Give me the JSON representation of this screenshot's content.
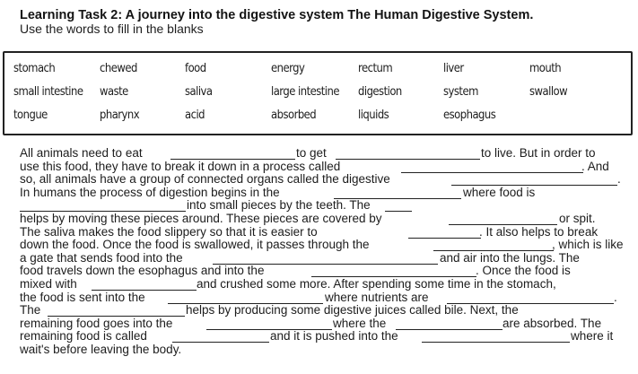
{
  "header": {
    "title": "Learning Task 2: A journey into the digestive system The Human Digestive System.",
    "instruction": "Use the words to fill in the blanks"
  },
  "word_bank": [
    [
      "stomach",
      "chewed",
      "food",
      "energy",
      "rectum",
      "liver",
      "mouth"
    ],
    [
      "small intestine",
      "waste",
      "saliva",
      "large intestine",
      "digestion",
      "system",
      "swallow"
    ],
    [
      "tongue",
      "pharynx",
      "acid",
      "absorbed",
      "liquids",
      "esophagus"
    ]
  ],
  "passage": {
    "l1": [
      "All animals need to eat",
      "to get",
      "to live. But in order to"
    ],
    "l2": [
      "use this food, they have to break it down in a process called",
      ". And"
    ],
    "l3": [
      "so, all animals have a group of connected organs called the digestive",
      "."
    ],
    "l4": [
      "In humans the process of digestion begins in the",
      "where food is"
    ],
    "l5": [
      "into small pieces by the teeth. The"
    ],
    "l6": [
      "helps by moving these pieces around. These pieces are covered by",
      "or spit."
    ],
    "l7": [
      "The saliva makes the food slippery so that it is easier to",
      ". It also helps to break"
    ],
    "l8": [
      "down the food. Once the food is swallowed, it passes through the",
      ", which is like"
    ],
    "l9": [
      "a gate that sends food into the",
      "and air into the lungs. The"
    ],
    "l10": [
      "food travels down the esophagus and into the",
      ". Once the food is"
    ],
    "l11": [
      "mixed with",
      "and crushed some more. After spending some time in the stomach,"
    ],
    "l12": [
      "the food is sent into the",
      "where nutrients are",
      "."
    ],
    "l13": [
      "The",
      "helps by producing some digestive juices called bile. Next, the"
    ],
    "l14": [
      "remaining food goes into the",
      "where the",
      "are absorbed. The"
    ],
    "l15": [
      "remaining food is called",
      "and it is pushed into the",
      "where it"
    ],
    "l16": [
      "wait's before leaving the body."
    ]
  }
}
